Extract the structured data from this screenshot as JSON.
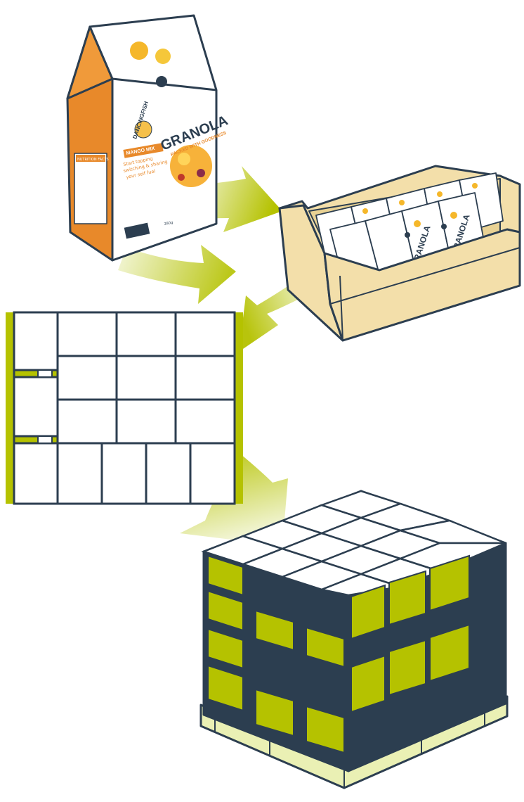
{
  "colors": {
    "outline": "#2c3e50",
    "accent": "#b5c200",
    "arrow_start": "#b5c200",
    "arrow_end": "#eef2c8",
    "box_orange": "#e8892a",
    "tray_fill": "#f3dfaa",
    "pallet_wood": "#eaf0b4"
  },
  "package": {
    "brand": "DANCINGFISH",
    "product": "GRANOLA",
    "tagline": "PACKED WITH GOODNESS",
    "flavor": "MANGO MIX",
    "slogan_lines": [
      "Start topping",
      "switching & sharing",
      "your self fuel"
    ],
    "side_panel": "NUTRITION FACTS",
    "weight": "280g"
  },
  "tray": {
    "label": "GRANOLA"
  },
  "icons": [
    "package-box",
    "display-tray",
    "pallet-layer-plan",
    "loaded-pallet"
  ]
}
